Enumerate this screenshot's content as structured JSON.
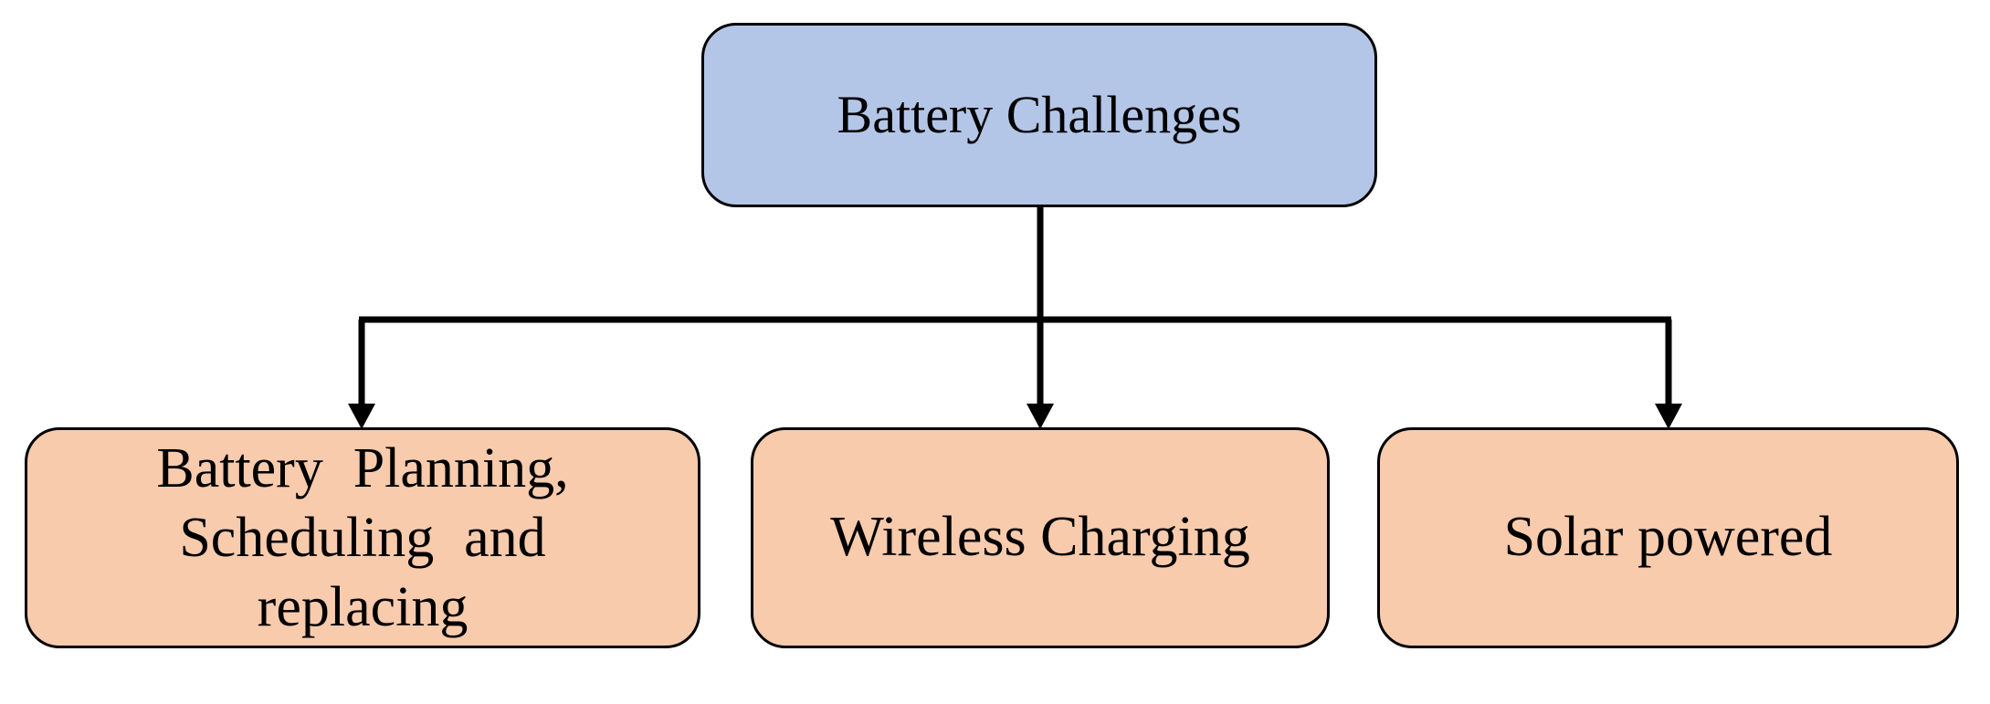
{
  "diagram": {
    "type": "flowchart",
    "root": {
      "label": "Battery Challenges",
      "fill": "#b4c6e7"
    },
    "children": [
      {
        "label": "Battery Planning, Scheduling and replacing",
        "lines": [
          "Battery Planning,",
          "Scheduling and",
          "replacing"
        ],
        "fill": "#f8cbad"
      },
      {
        "label": "Wireless Charging",
        "fill": "#f8cbad"
      },
      {
        "label": "Solar powered",
        "fill": "#f8cbad"
      }
    ],
    "colors": {
      "border": "#000000",
      "connector": "#000000",
      "background": "#ffffff"
    }
  }
}
